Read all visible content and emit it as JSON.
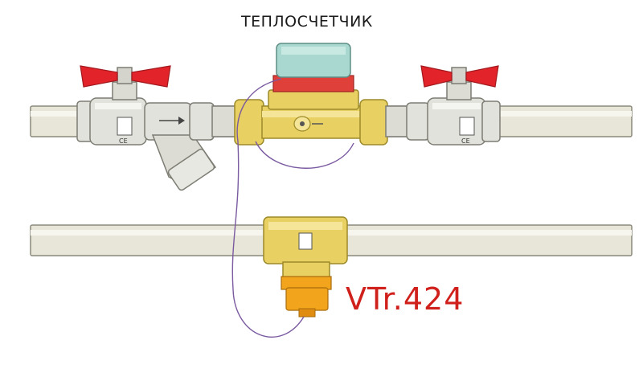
{
  "diagram": {
    "title": "ТЕПЛОСЧЕТЧИК",
    "sensor_label": "VTr.424",
    "ce_mark": "CE"
  },
  "colors": {
    "pipe": "#e8e6d8",
    "pipe_edge": "#8a8878",
    "chrome": "#e2e2dc",
    "chrome_edge": "#7d7d74",
    "brass": "#e8d062",
    "brass_edge": "#9c8a2a",
    "handle_red": "#e3232a",
    "meter_top": "#a8d8cf",
    "meter_band": "#e0403a",
    "sensor_orange": "#f2a41c",
    "wire": "#7a5aa0",
    "label_red": "#d0201c"
  }
}
